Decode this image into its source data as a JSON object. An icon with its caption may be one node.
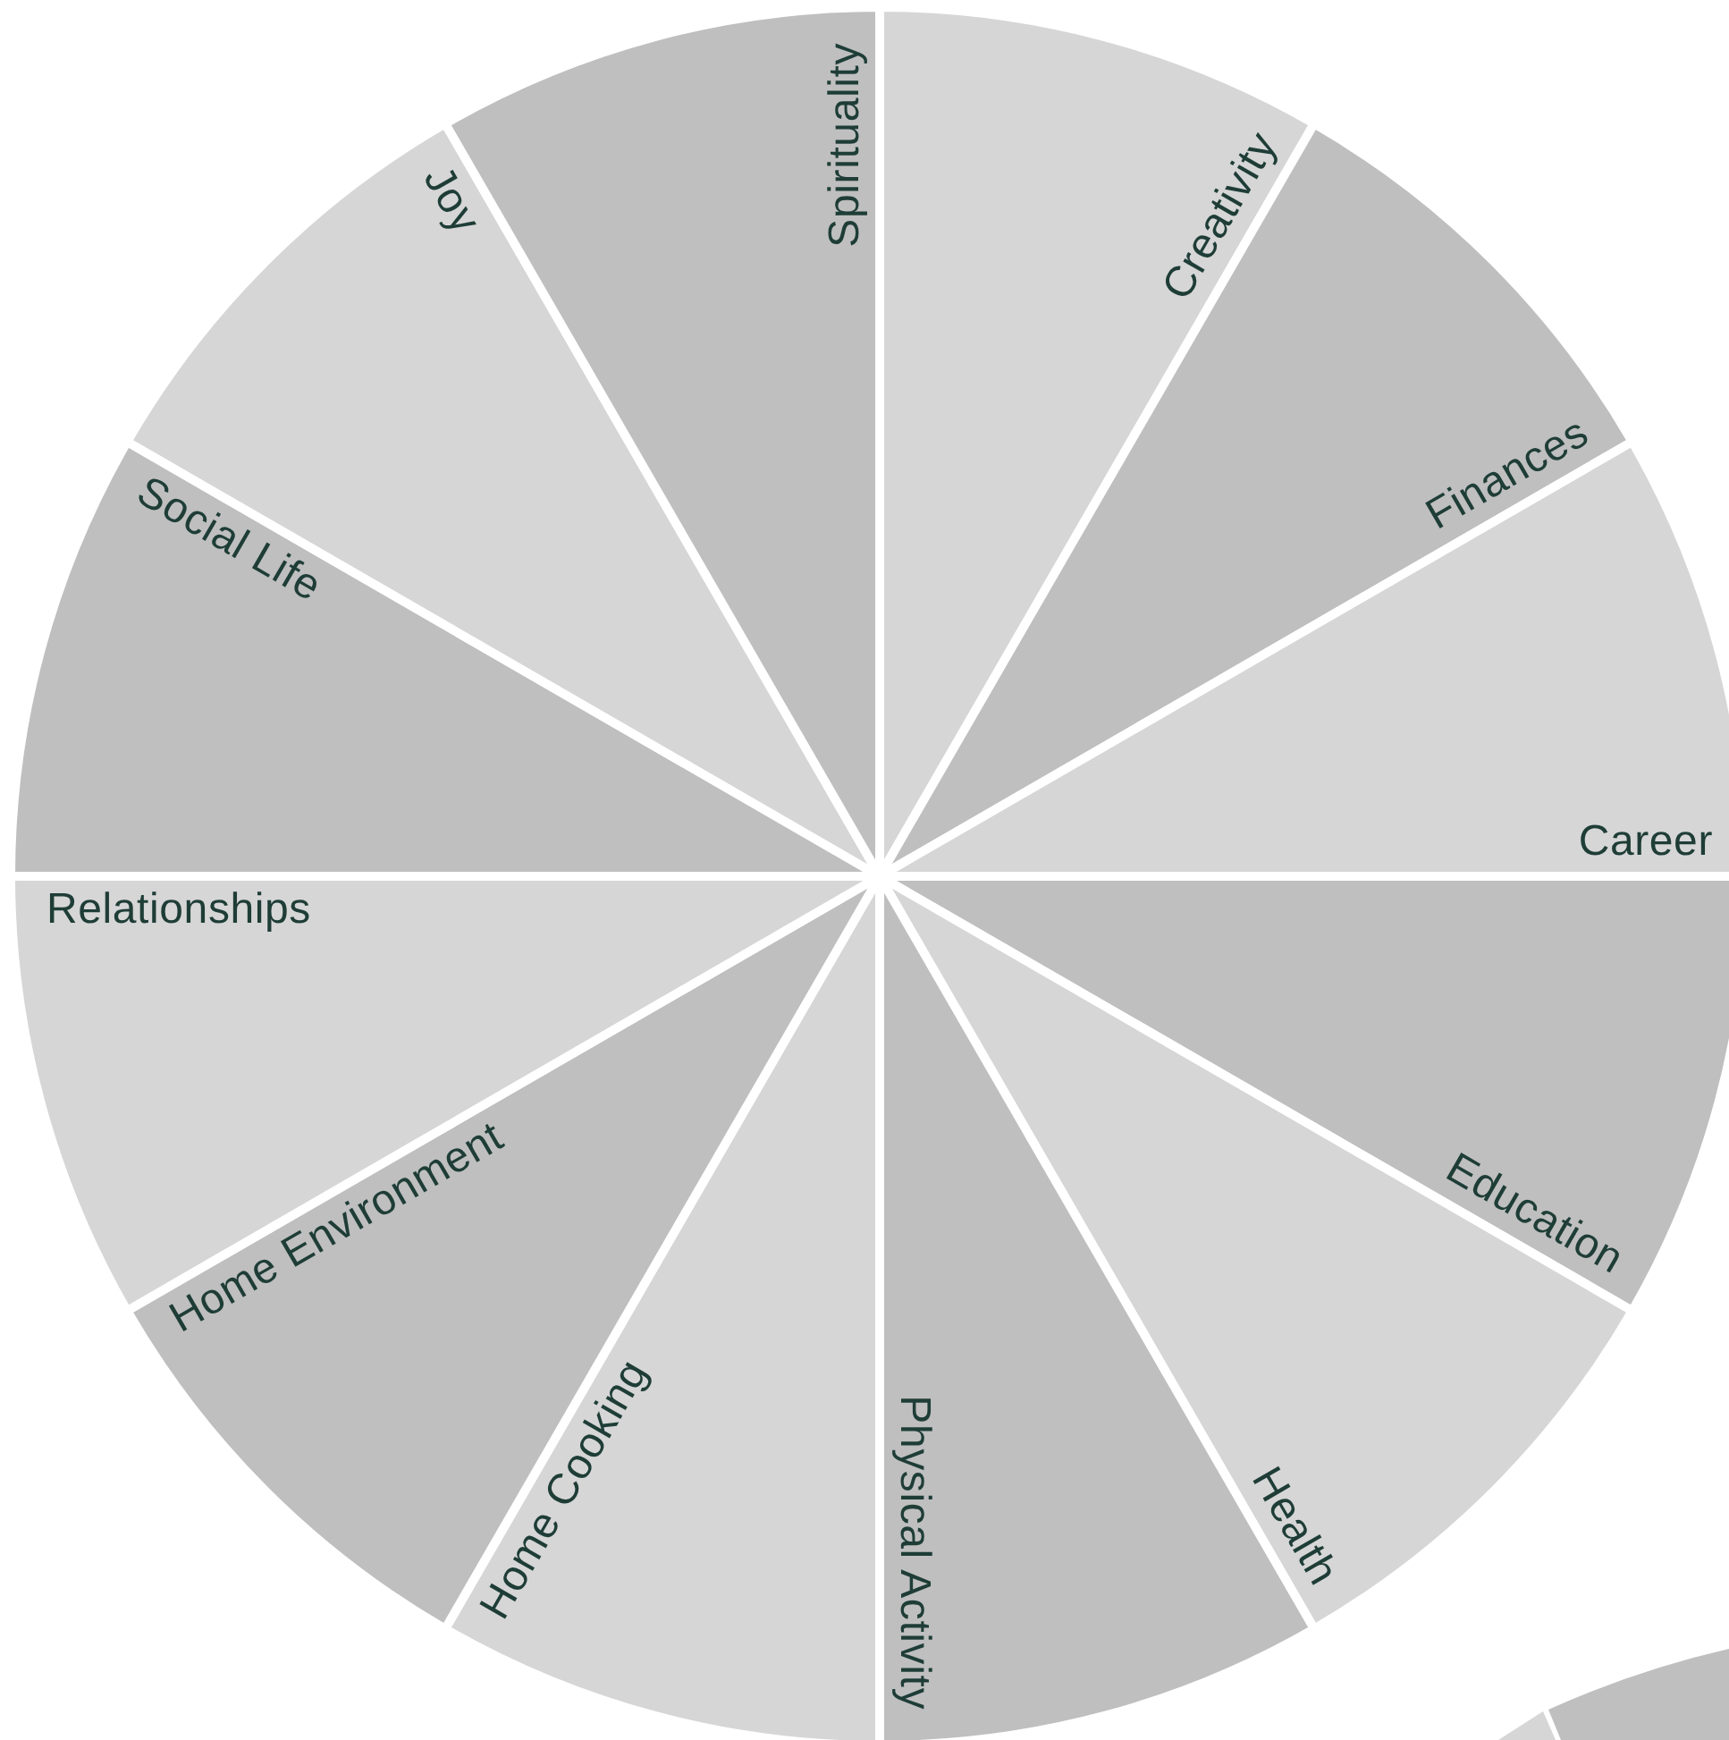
{
  "diagram": {
    "nodes": [
      {
        "text": [
          "Creativity"
        ]
      },
      {
        "text": [
          "Finances"
        ]
      },
      {
        "text": [
          "Career"
        ]
      },
      {
        "text": [
          "Education"
        ]
      },
      {
        "text": [
          "Health"
        ]
      },
      {
        "text": [
          "Physical Activity"
        ]
      },
      {
        "text": [
          "Home Cooking"
        ]
      },
      {
        "text": [
          "Home Environment"
        ]
      },
      {
        "text": [
          "Relationships"
        ]
      },
      {
        "text": [
          "Social Life"
        ]
      },
      {
        "text": [
          "Joy"
        ]
      },
      {
        "text": [
          "Spirituality"
        ]
      },
      {
        "text": [],
        "shape": "circle"
      }
    ]
  }
}
